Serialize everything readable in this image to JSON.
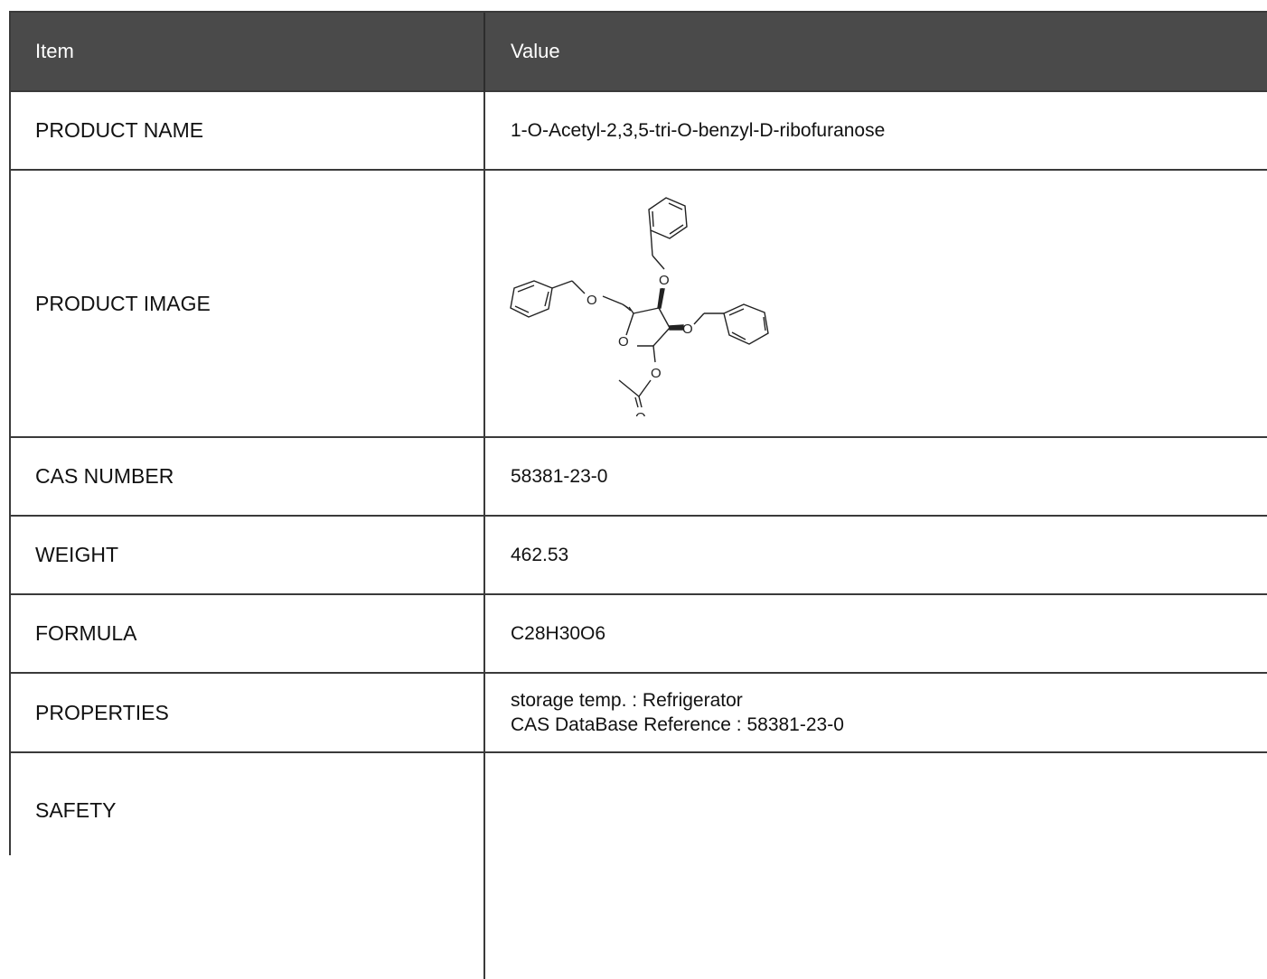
{
  "table": {
    "header": {
      "item": "Item",
      "value": "Value"
    },
    "rows": [
      {
        "label": "PRODUCT NAME",
        "value": "1-O-Acetyl-2,3,5-tri-O-benzyl-D-ribofuranose"
      },
      {
        "label": "PRODUCT IMAGE",
        "value": ""
      },
      {
        "label": "CAS NUMBER",
        "value": "58381-23-0"
      },
      {
        "label": "WEIGHT",
        "value": "462.53"
      },
      {
        "label": "FORMULA",
        "value": "C28H30O6"
      },
      {
        "label": "PROPERTIES",
        "lines": [
          "storage temp. : Refrigerator",
          "CAS DataBase Reference : 58381-23-0"
        ]
      },
      {
        "label": "SAFETY",
        "value": ""
      }
    ]
  },
  "molecule": {
    "atom_label": "O"
  }
}
